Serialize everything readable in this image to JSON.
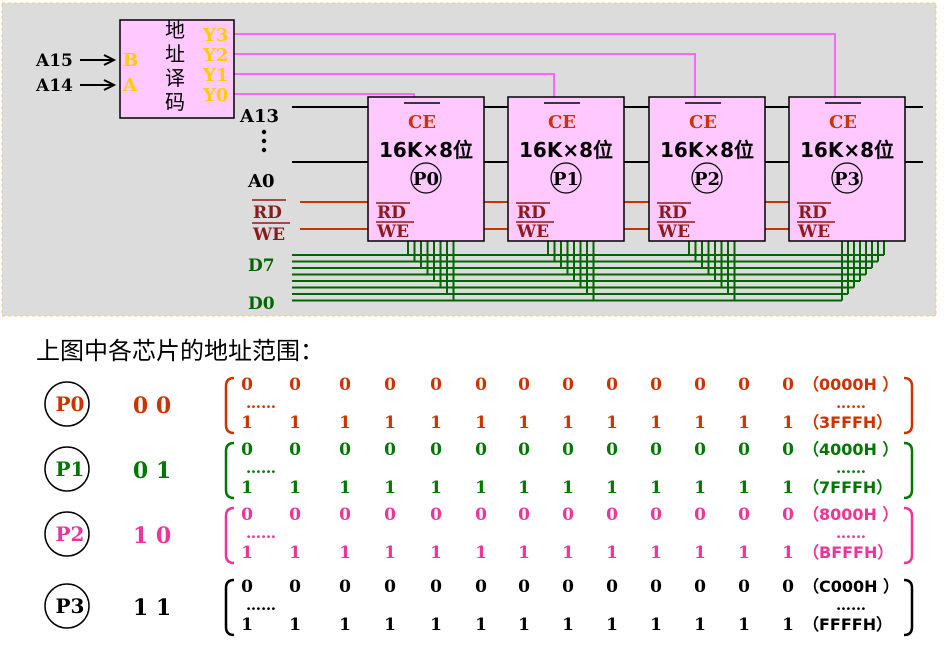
{
  "decoder": {
    "chars": [
      "地",
      "址",
      "译",
      "码"
    ],
    "inputs": [
      "B",
      "A"
    ],
    "outputs": [
      "Y3",
      "Y2",
      "Y1",
      "Y0"
    ]
  },
  "signals": {
    "a15": "A15",
    "a14": "A14",
    "a13": "A13",
    "a0": "A0",
    "rd": "RD",
    "we": "WE",
    "d7": "D7",
    "d0": "D0"
  },
  "chip_common": {
    "ce": "CE",
    "size": "16K×8位",
    "rd": "RD",
    "we": "WE"
  },
  "chips": [
    {
      "label": "P0"
    },
    {
      "label": "P1"
    },
    {
      "label": "P2"
    },
    {
      "label": "P3"
    }
  ],
  "caption": "上图中各芯片的地址范围：",
  "table": {
    "ellipsis": "……",
    "rows": [
      {
        "chip": "P0",
        "code": "0  0",
        "color": "#cc3300",
        "low": [
          "0",
          "0",
          "0",
          "0",
          "0",
          "0",
          "0",
          "0",
          "0",
          "0",
          "0",
          "0",
          "0"
        ],
        "high": [
          "1",
          "1",
          "1",
          "1",
          "1",
          "1",
          "1",
          "1",
          "1",
          "1",
          "1",
          "1",
          "1"
        ],
        "start": "（0000H ）",
        "end": "（3FFFH）"
      },
      {
        "chip": "P1",
        "code": "0  1",
        "color": "#007700",
        "low": [
          "0",
          "0",
          "0",
          "0",
          "0",
          "0",
          "0",
          "0",
          "0",
          "0",
          "0",
          "0",
          "0"
        ],
        "high": [
          "1",
          "1",
          "1",
          "1",
          "1",
          "1",
          "1",
          "1",
          "1",
          "1",
          "1",
          "1",
          "1"
        ],
        "start": "（4000H ）",
        "end": "（7FFFH）"
      },
      {
        "chip": "P2",
        "code": "1  0",
        "color": "#ee3399",
        "low": [
          "0",
          "0",
          "0",
          "0",
          "0",
          "0",
          "0",
          "0",
          "0",
          "0",
          "0",
          "0",
          "0"
        ],
        "high": [
          "1",
          "1",
          "1",
          "1",
          "1",
          "1",
          "1",
          "1",
          "1",
          "1",
          "1",
          "1",
          "1"
        ],
        "start": "（8000H ）",
        "end": "（BFFFH）"
      },
      {
        "chip": "P3",
        "code": "1  1",
        "color": "#000000",
        "low": [
          "0",
          "0",
          "0",
          "0",
          "0",
          "0",
          "0",
          "0",
          "0",
          "0",
          "0",
          "0",
          "0"
        ],
        "high": [
          "1",
          "1",
          "1",
          "1",
          "1",
          "1",
          "1",
          "1",
          "1",
          "1",
          "1",
          "1",
          "1"
        ],
        "start": "（C000H ）",
        "end": "（FFFFH）"
      }
    ]
  }
}
